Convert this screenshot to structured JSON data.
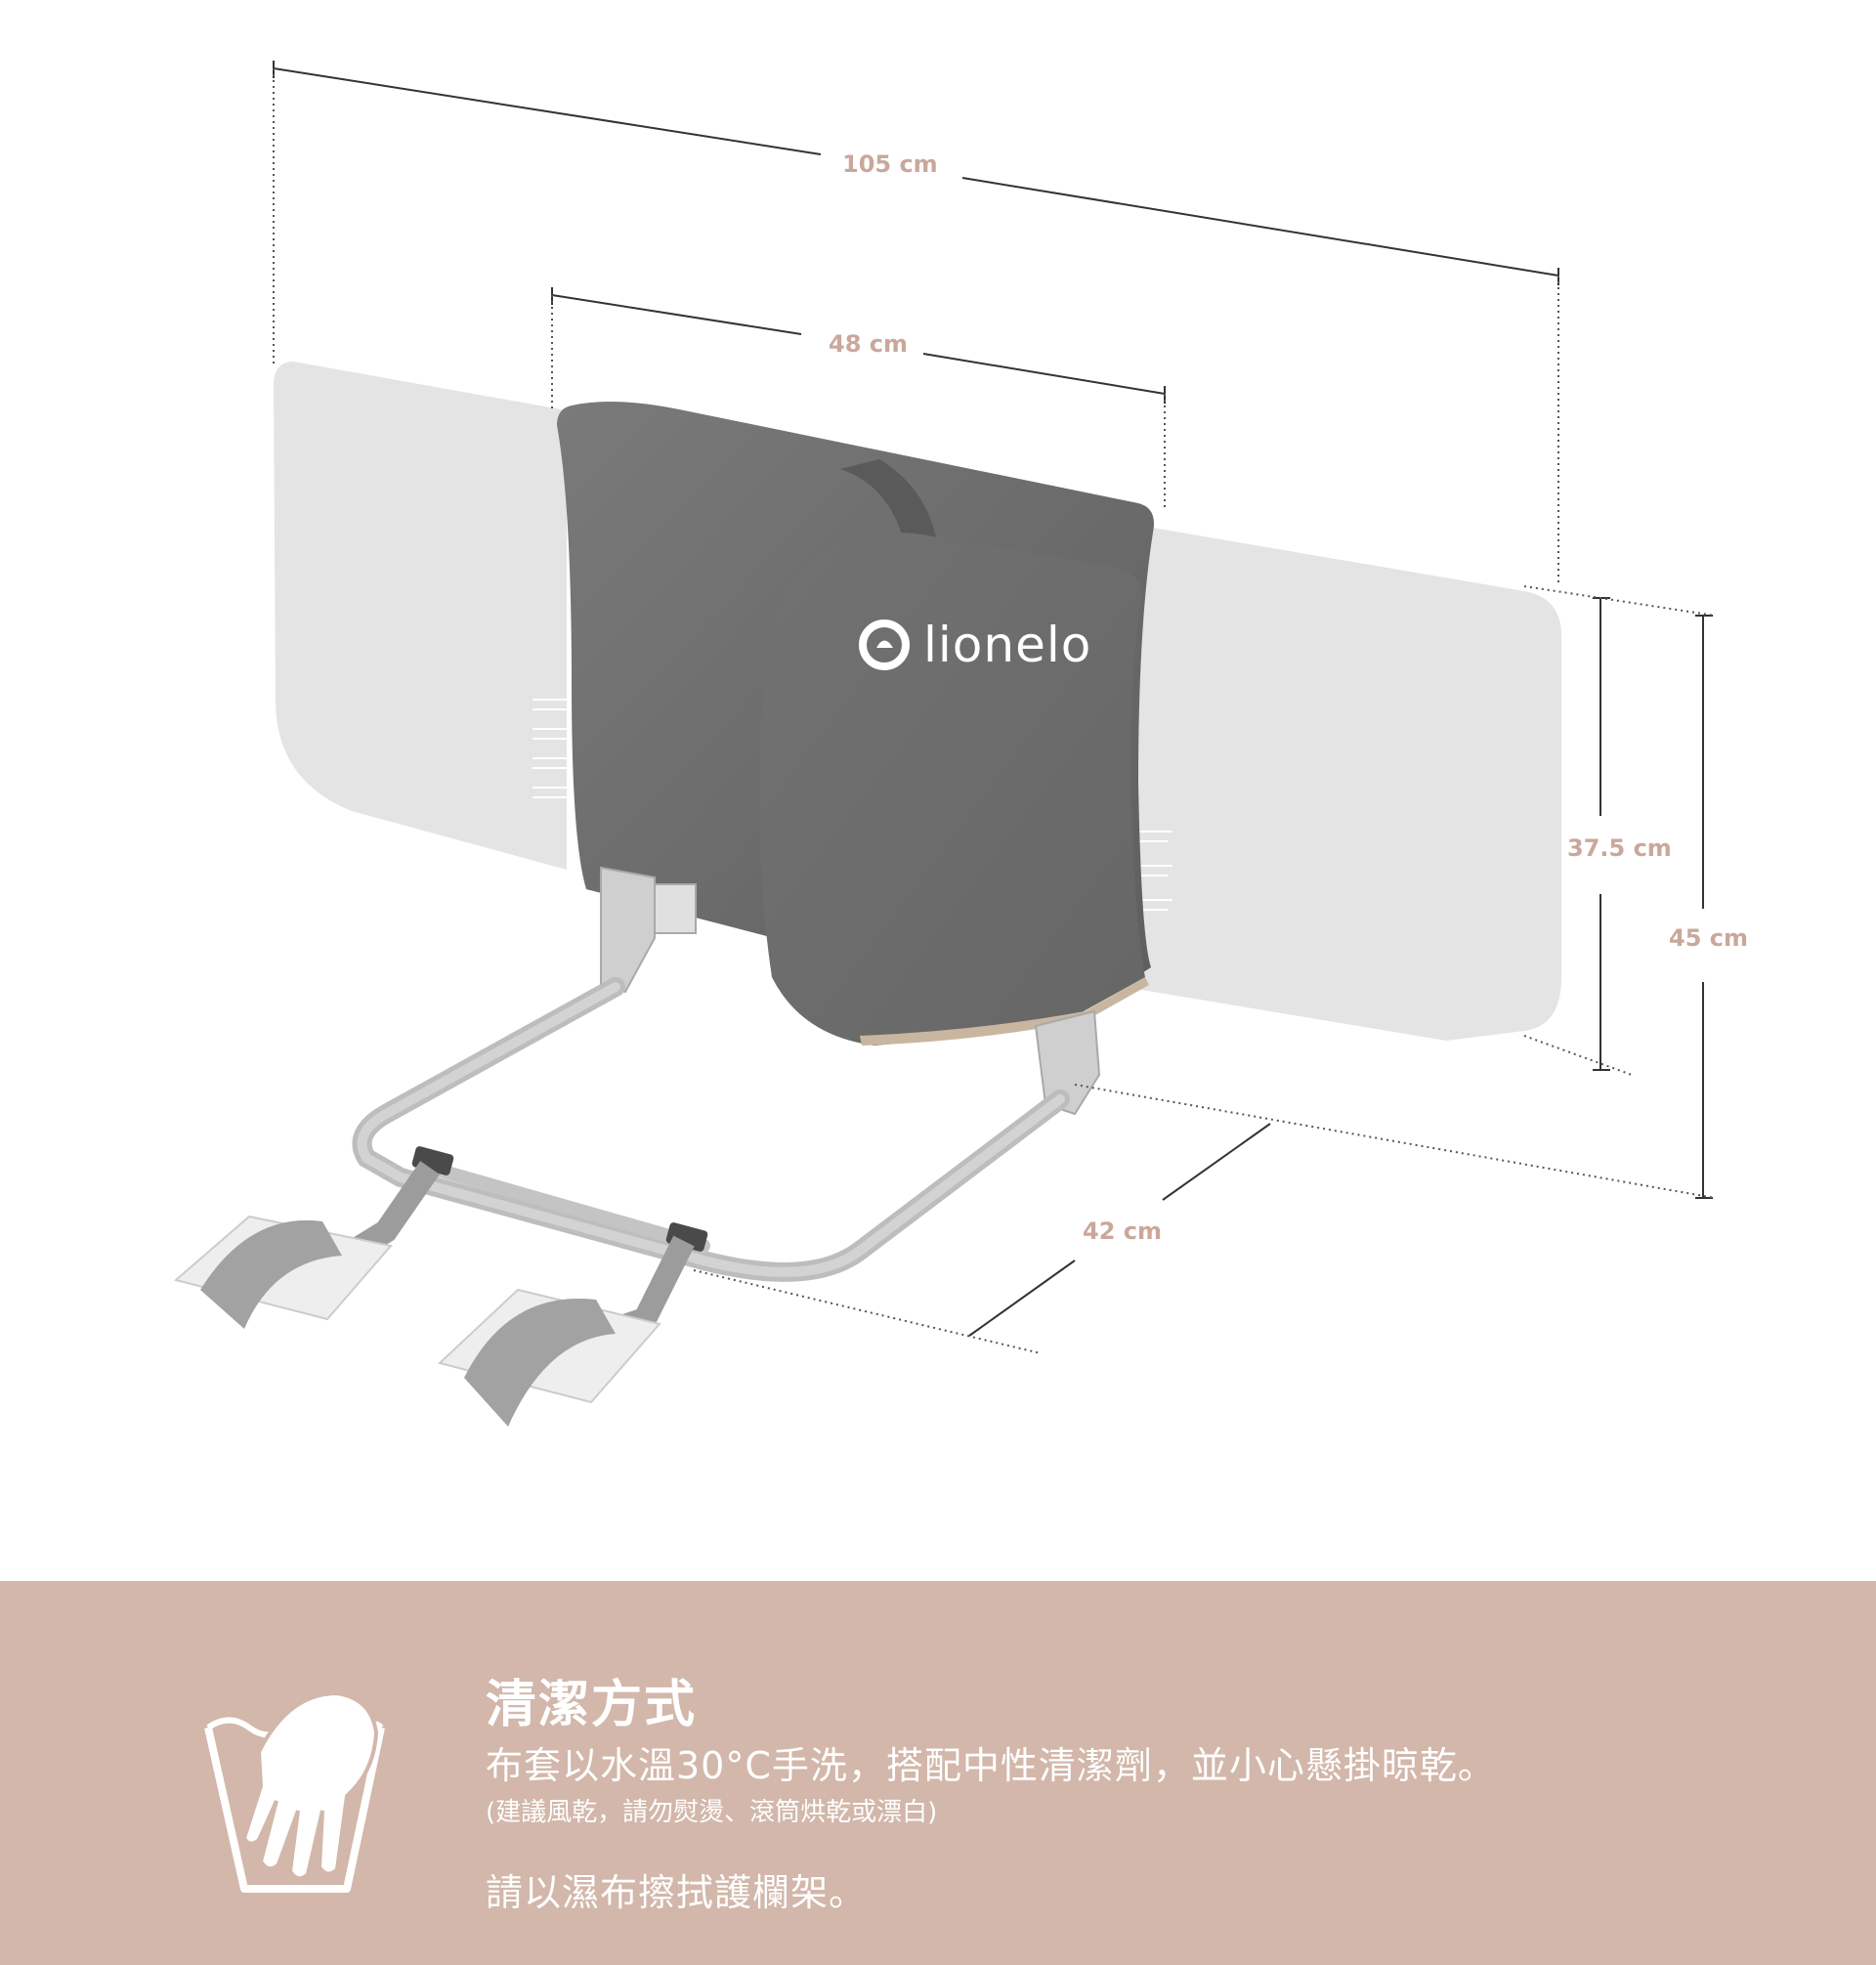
{
  "product": {
    "brand": "lionelo",
    "dimensions": {
      "total_width": "105 cm",
      "center_width": "48 cm",
      "inner_height": "37.5 cm",
      "total_height": "45 cm",
      "depth": "42 cm"
    }
  },
  "care": {
    "title": "清潔方式",
    "line1": "布套以水溫30°C手洗，搭配中性清潔劑，並小心懸掛晾乾。",
    "line2": "(建議風乾，請勿熨燙、滾筒烘乾或漂白)",
    "line3": "請以濕布擦拭護欄架。"
  },
  "colors": {
    "band": "#d2b7aa",
    "dimension_label": "#c9a89b",
    "fabric": "#6f6f6f",
    "panel": "#e3e3e3"
  }
}
